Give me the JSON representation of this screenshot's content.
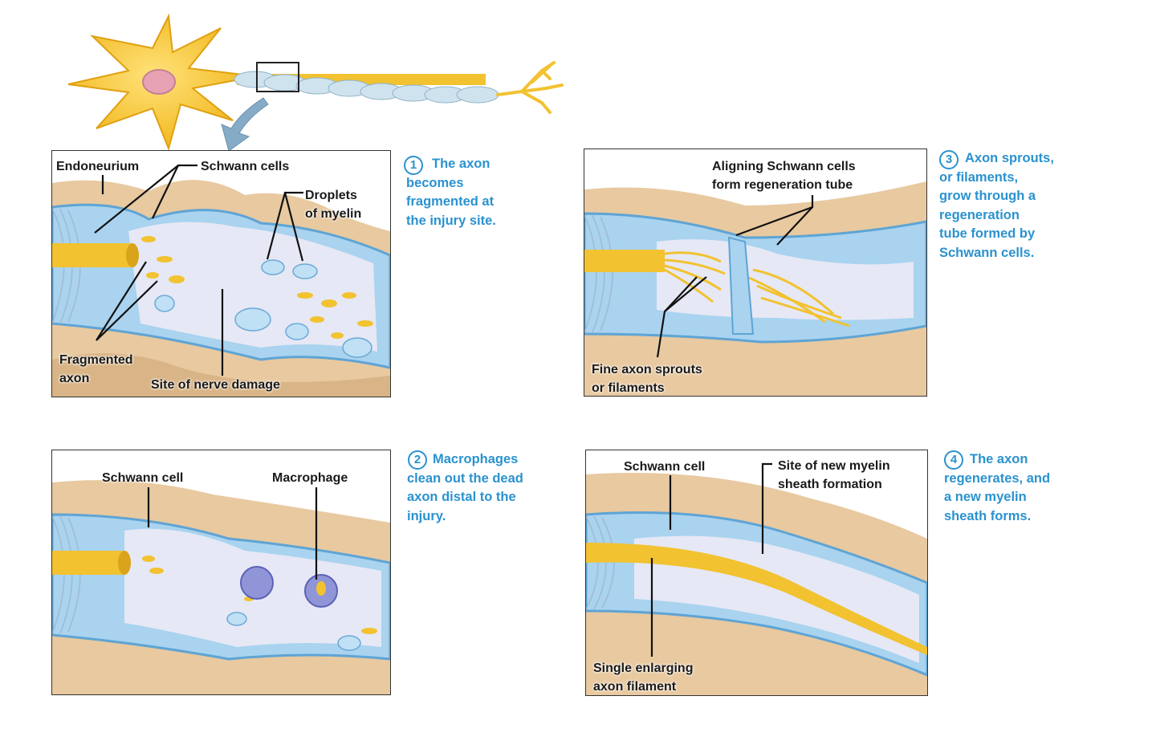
{
  "panels": [
    {
      "step": "1",
      "caption": "The axon\nbecomes\nfragmented at\nthe injury site.",
      "labels": {
        "endoneurium": "Endoneurium",
        "schwann_cells": "Schwann cells",
        "droplets": "Droplets\nof myelin",
        "fragmented_axon": "Fragmented\naxon",
        "nerve_damage": "Site of nerve damage"
      }
    },
    {
      "step": "2",
      "caption": "Macrophages\nclean out the dead\naxon distal to the\ninjury.",
      "labels": {
        "schwann_cell": "Schwann cell",
        "macrophage": "Macrophage"
      }
    },
    {
      "step": "3",
      "caption": "Axon sprouts,\nor filaments,\ngrow through a\nregeneration\ntube formed by\nSchwann cells.",
      "labels": {
        "aligning": "Aligning Schwann cells\nform regeneration tube",
        "fine_sprouts": "Fine axon sprouts\nor filaments"
      }
    },
    {
      "step": "4",
      "caption": "The axon\nregenerates, and\na new myelin\nsheath forms.",
      "labels": {
        "schwann_cell": "Schwann cell",
        "new_myelin": "Site of new myelin\nsheath formation",
        "single_filament": "Single enlarging\naxon filament"
      }
    }
  ],
  "colors": {
    "caption": "#2a92cf",
    "connective_tissue": "#e8c9a0",
    "schwann": "#a9d3ef",
    "axon": "#f2c230",
    "neuron_body": "#f7c42c",
    "nucleus": "#e7a3b3"
  }
}
